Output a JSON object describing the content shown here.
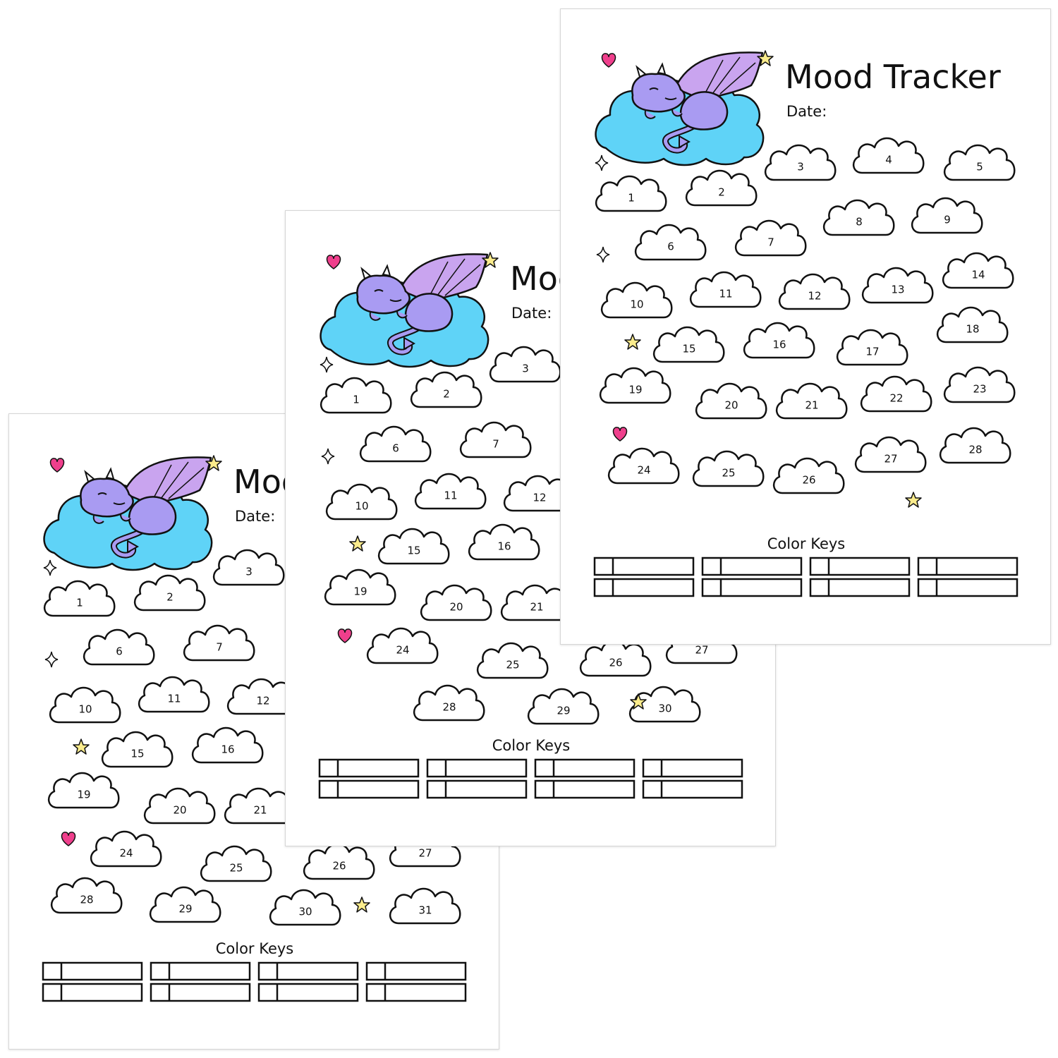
{
  "colors": {
    "cloud_blue": "#5fd3f7",
    "dragon_body": "#a99bf2",
    "dragon_wing": "#c9a4ef",
    "heart": "#ef3f8c",
    "star": "#fbec8c",
    "ink": "#111111"
  },
  "icons": [
    "dragon-illustration",
    "heart-icon",
    "star-icon",
    "sparkle-icon",
    "cloud-icon"
  ],
  "sheets": [
    {
      "title": "Mood Tracker",
      "date_label": "Date:",
      "color_keys_label": "Color Keys",
      "clouds": [
        "1",
        "2",
        "3",
        "6",
        "7",
        "10",
        "11",
        "12",
        "15",
        "16",
        "19",
        "20",
        "21",
        "24",
        "25",
        "26",
        "27",
        "28",
        "29",
        "30",
        "31"
      ]
    },
    {
      "title": "Mood Tracker",
      "date_label": "Date:",
      "color_keys_label": "Color Keys",
      "clouds": [
        "1",
        "2",
        "3",
        "6",
        "7",
        "10",
        "11",
        "12",
        "15",
        "16",
        "19",
        "20",
        "21",
        "24",
        "25",
        "26",
        "27",
        "28",
        "29",
        "30"
      ]
    },
    {
      "title": "Mood Tracker",
      "date_label": "Date:",
      "color_keys_label": "Color Keys",
      "clouds": [
        "1",
        "2",
        "3",
        "4",
        "5",
        "6",
        "7",
        "8",
        "9",
        "10",
        "11",
        "12",
        "13",
        "14",
        "15",
        "16",
        "17",
        "18",
        "19",
        "20",
        "21",
        "22",
        "23",
        "24",
        "25",
        "26",
        "27",
        "28"
      ]
    }
  ]
}
